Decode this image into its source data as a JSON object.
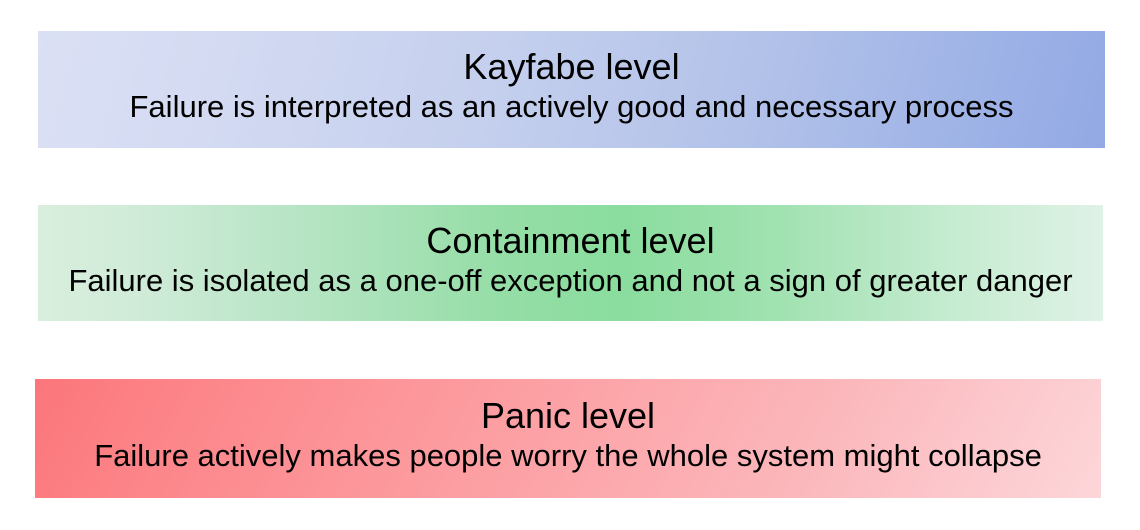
{
  "diagram": {
    "type": "tier-banners",
    "background_color": "#ffffff",
    "tiers": [
      {
        "id": "kayfabe",
        "title": "Kayfabe level",
        "description": "Failure is interpreted as an actively good and necessary process",
        "accent_color": "#93a9e4",
        "gradient_from": "#dbe0f4",
        "gradient_to": "#93a9e4",
        "gradient_direction": "diagonal-left-to-right"
      },
      {
        "id": "containment",
        "title": "Containment level",
        "description": "Failure is isolated as a one-off exception and not a sign of greater danger",
        "accent_color": "#8add9e",
        "gradient_from": "#daeede",
        "gradient_to": "#dff2e6",
        "gradient_direction": "center-peak-horizontal"
      },
      {
        "id": "panic",
        "title": "Panic level",
        "description": "Failure actively makes people worry the whole system might collapse",
        "accent_color": "#fb767a",
        "gradient_from": "#fb767a",
        "gradient_to": "#fdd6d9",
        "gradient_direction": "diagonal-topleft-to-bottomright"
      }
    ]
  }
}
